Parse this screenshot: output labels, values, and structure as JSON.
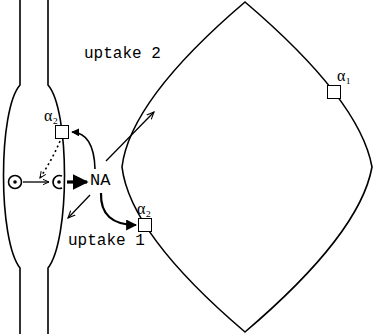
{
  "diagram": {
    "nodes": [
      {
        "text": [
          "α₂"
        ]
      },
      {
        "text": [
          "α₂"
        ]
      },
      {
        "text": [
          "α₁"
        ]
      }
    ],
    "labels": [
      "uptake 2",
      "NA",
      "uptake 1"
    ]
  }
}
